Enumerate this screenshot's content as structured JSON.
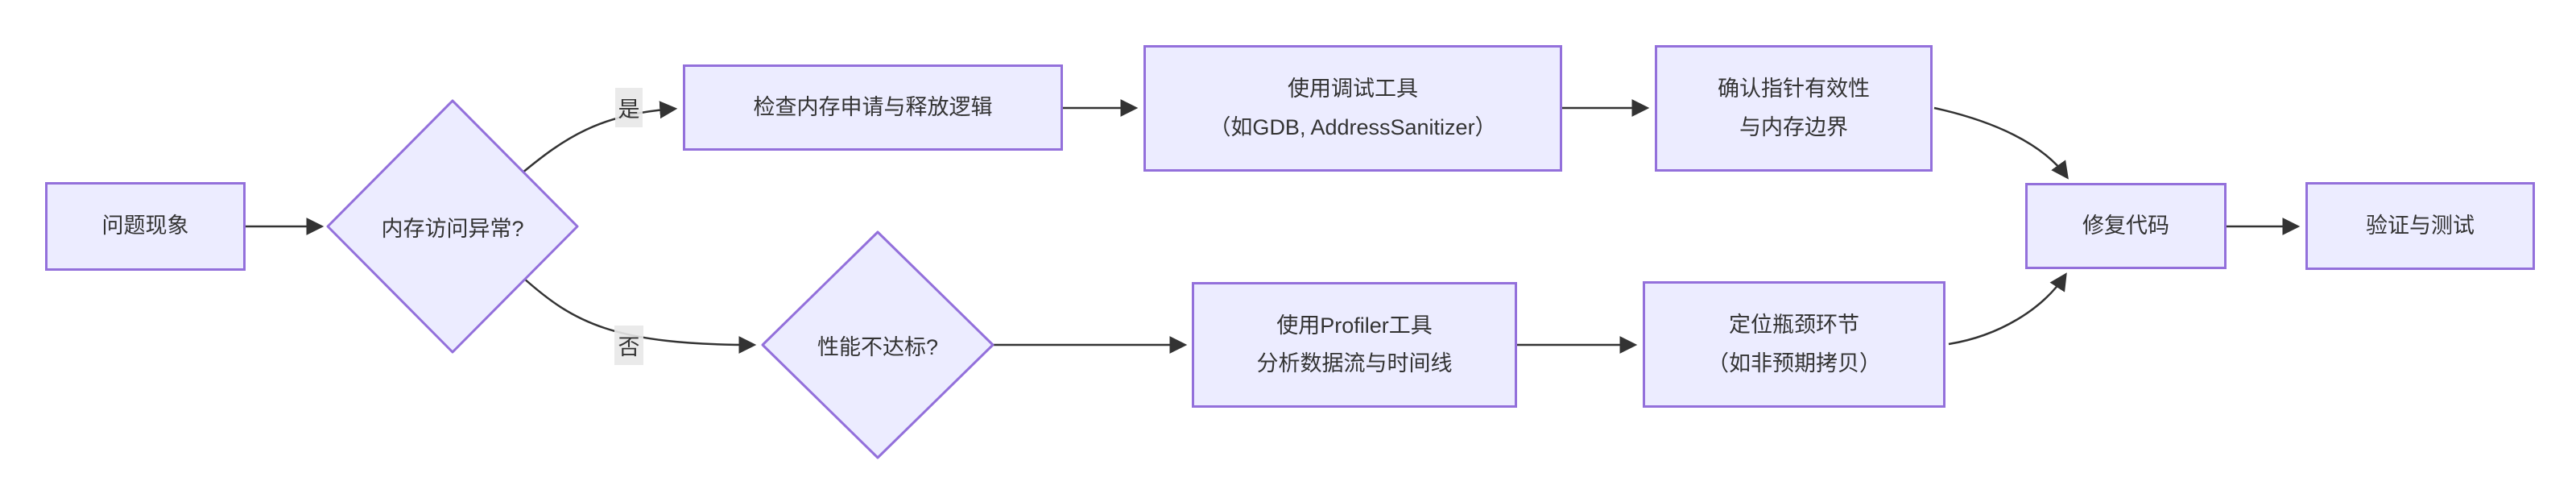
{
  "diagram": {
    "type": "flowchart",
    "direction": "left-to-right",
    "background": "#ffffff",
    "colors": {
      "node_fill": "#ECECFF",
      "node_border": "#9370DB",
      "edge_line": "#333333",
      "text": "#333333",
      "edge_label_bg": "#e8e8e8"
    },
    "nodes": [
      {
        "id": "problem",
        "shape": "rect",
        "lines": [
          "问题现象"
        ]
      },
      {
        "id": "memory_access_question",
        "shape": "diamond",
        "lines": [
          "内存访问异常?"
        ]
      },
      {
        "id": "check_memory_logic",
        "shape": "rect",
        "lines": [
          "检查内存申请与释放逻辑"
        ]
      },
      {
        "id": "debug_tools",
        "shape": "rect",
        "lines": [
          "使用调试工具",
          "（如GDB, AddressSanitizer）"
        ]
      },
      {
        "id": "confirm_pointer",
        "shape": "rect",
        "lines": [
          "确认指针有效性",
          "与内存边界"
        ]
      },
      {
        "id": "performance_question",
        "shape": "diamond",
        "lines": [
          "性能不达标?"
        ]
      },
      {
        "id": "profiler_tools",
        "shape": "rect",
        "lines": [
          "使用Profiler工具",
          "分析数据流与时间线"
        ]
      },
      {
        "id": "locate_bottleneck",
        "shape": "rect",
        "lines": [
          "定位瓶颈环节",
          "（如非预期拷贝）"
        ]
      },
      {
        "id": "fix_code",
        "shape": "rect",
        "lines": [
          "修复代码"
        ]
      },
      {
        "id": "verify_test",
        "shape": "rect",
        "lines": [
          "验证与测试"
        ]
      }
    ],
    "edges": [
      {
        "from": "problem",
        "to": "memory_access_question",
        "label": ""
      },
      {
        "from": "memory_access_question",
        "to": "check_memory_logic",
        "label": "是"
      },
      {
        "from": "memory_access_question",
        "to": "performance_question",
        "label": "否"
      },
      {
        "from": "check_memory_logic",
        "to": "debug_tools",
        "label": ""
      },
      {
        "from": "debug_tools",
        "to": "confirm_pointer",
        "label": ""
      },
      {
        "from": "confirm_pointer",
        "to": "fix_code",
        "label": ""
      },
      {
        "from": "performance_question",
        "to": "profiler_tools",
        "label": ""
      },
      {
        "from": "profiler_tools",
        "to": "locate_bottleneck",
        "label": ""
      },
      {
        "from": "locate_bottleneck",
        "to": "fix_code",
        "label": ""
      },
      {
        "from": "fix_code",
        "to": "verify_test",
        "label": ""
      }
    ]
  }
}
